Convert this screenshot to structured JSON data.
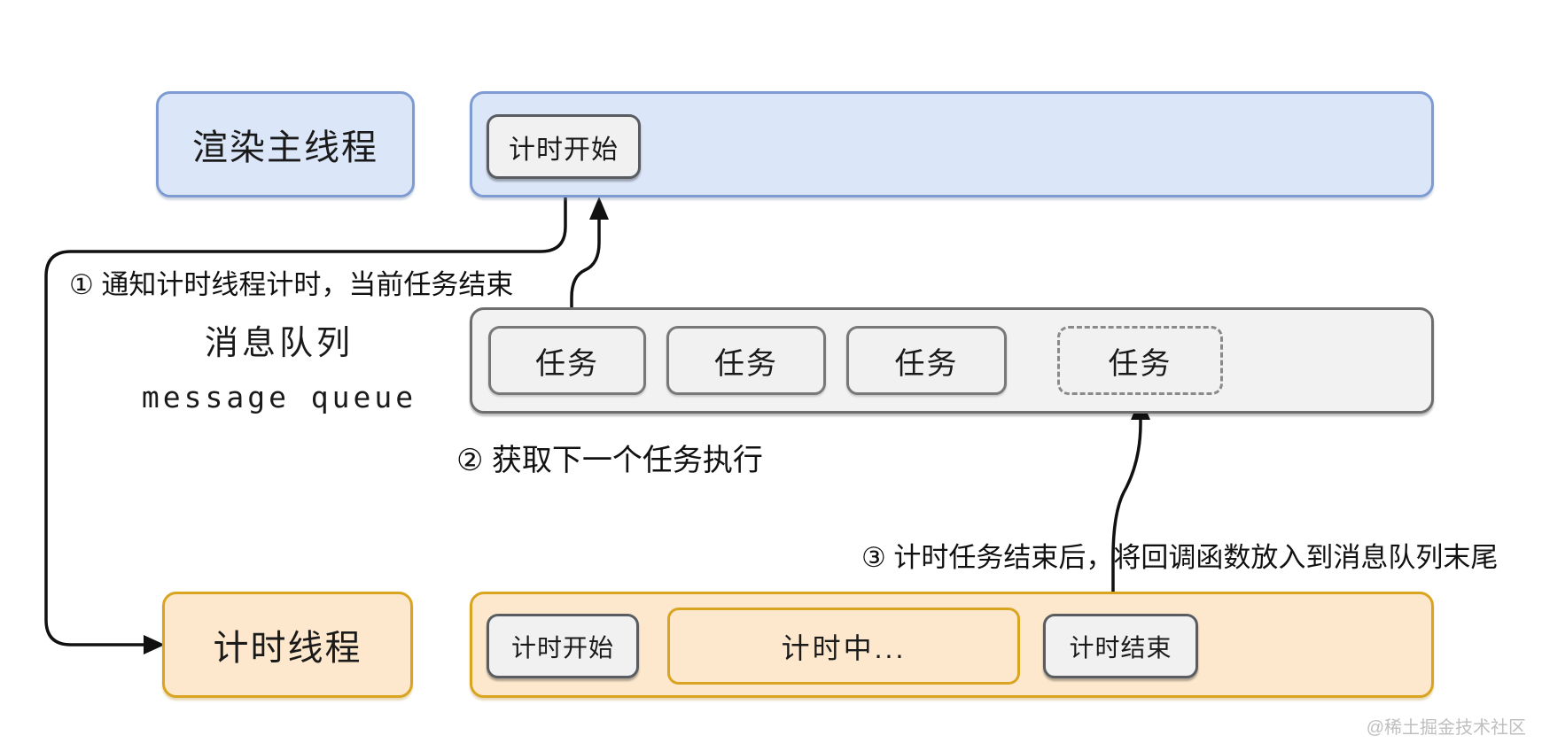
{
  "render_row": {
    "thread_label": "渲染主线程",
    "timeline_item": "计时开始"
  },
  "queue_row": {
    "label_zh": "消息队列",
    "label_en": "message queue",
    "tasks": [
      "任务",
      "任务",
      "任务",
      "任务"
    ]
  },
  "timer_row": {
    "thread_label": "计时线程",
    "items": [
      "计时开始",
      "计时中...",
      "计时结束"
    ]
  },
  "annotations": {
    "step1": "① 通知计时线程计时，当前任务结束",
    "step2": "② 获取下一个任务执行",
    "step3": "③ 计时任务结束后，将回调函数放入到消息队列末尾"
  },
  "watermark": "@稀土掘金技术社区",
  "colors": {
    "blue_fill": "#dbe7f9",
    "blue_border": "#7e9cd1",
    "orange_fill": "#fde8cd",
    "orange_border": "#d9a420",
    "gray_fill": "#f2f2f2",
    "gray_border": "#6e6e6e",
    "small_box_border": "#595d61",
    "arrow_color": "#111111"
  }
}
